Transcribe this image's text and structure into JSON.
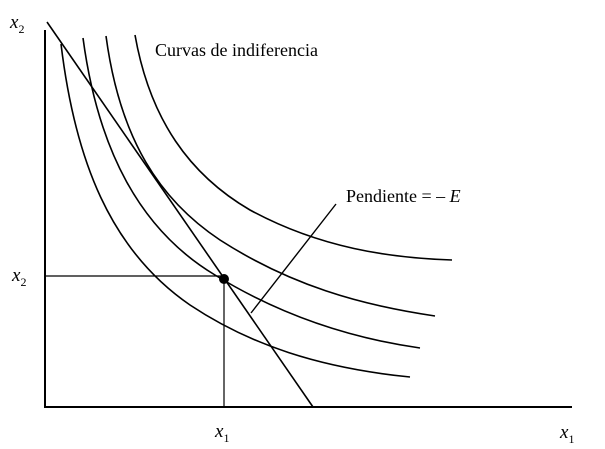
{
  "labels": {
    "curves_title": "Curvas de indiferencia",
    "slope_text": "Pendiente = – ",
    "slope_symbol": "E"
  },
  "axes": {
    "y_var": "x",
    "y_sub": "2",
    "x_var": "x",
    "x_sub": "1",
    "point_y_var": "x",
    "point_y_sub": "2",
    "point_x_var": "x",
    "point_x_sub": "1"
  },
  "colors": {
    "ink": "#000000",
    "background": "#ffffff"
  }
}
